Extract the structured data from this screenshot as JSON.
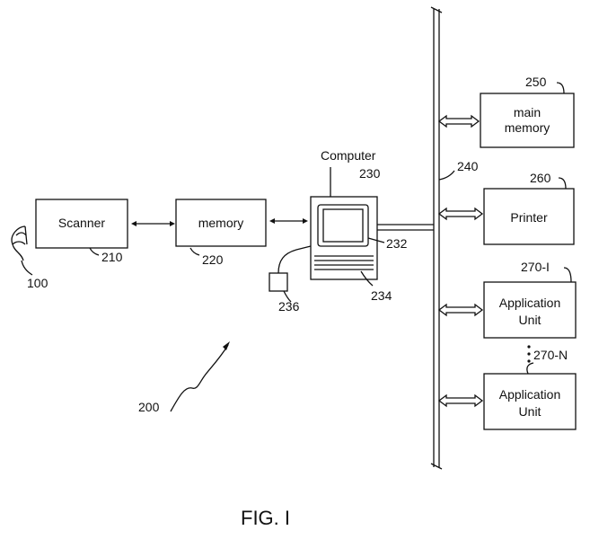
{
  "blocks": {
    "scanner": "Scanner",
    "memory": "memory",
    "computer": "Computer",
    "main_memory": [
      "main",
      "memory"
    ],
    "printer": "Printer",
    "app_unit_1": [
      "Application",
      "Unit"
    ],
    "app_unit_n": [
      "Application",
      "Unit"
    ]
  },
  "refs": {
    "r100": "100",
    "r200": "200",
    "r210": "210",
    "r220": "220",
    "r230": "230",
    "r232": "232",
    "r234": "234",
    "r236": "236",
    "r240": "240",
    "r250": "250",
    "r260": "260",
    "r270_1": "270-I",
    "r270_n": "270-N"
  },
  "caption": "FIG. I"
}
